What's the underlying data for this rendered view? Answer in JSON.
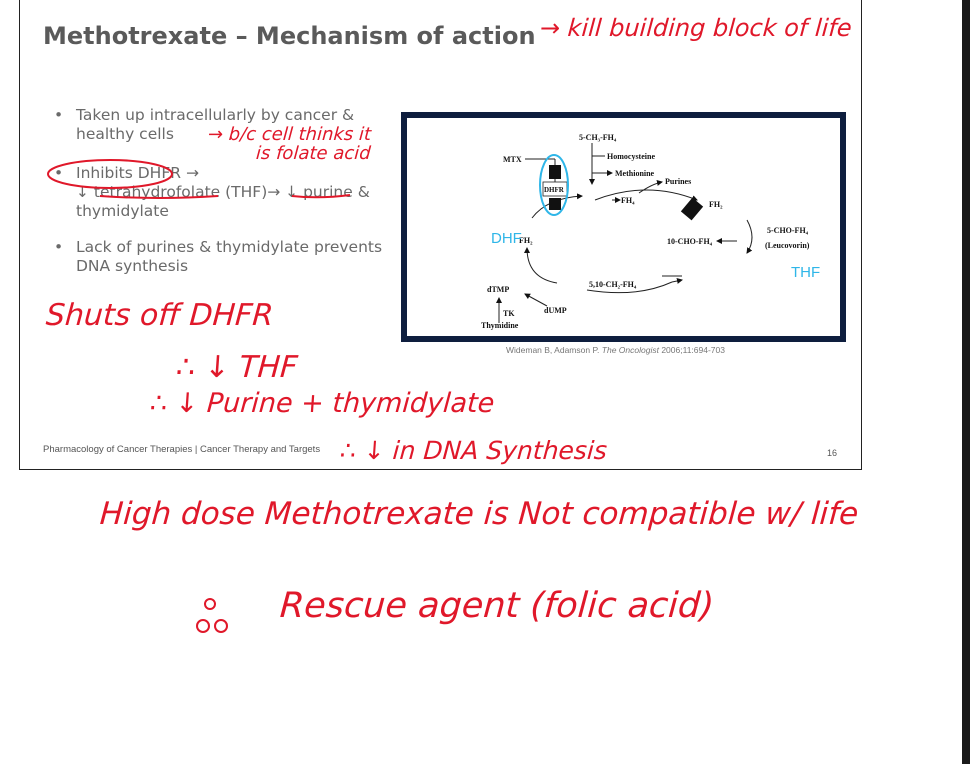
{
  "slide": {
    "title": "Methotrexate – Mechanism of action",
    "bullets": [
      {
        "lines": [
          "Taken up intracellularly by cancer &",
          "healthy cells"
        ]
      },
      {
        "lines": [
          "Inhibits DHFR →",
          "↓ tetrahydrofolate (THF)→ ↓ purine &",
          "thymidylate"
        ]
      },
      {
        "lines": [
          "Lack of purines & thymidylate prevents",
          "DNA synthesis"
        ]
      }
    ],
    "citation": {
      "authors": "Wideman B, Adamson P.",
      "journal": "The Oncologist",
      "ref": "2006;11:694-703"
    },
    "footer": "Pharmacology of Cancer Therapies | Cancer Therapy and Targets",
    "page_number": "16"
  },
  "diagram": {
    "labels": {
      "ch3fh4": "5-CH₃-FH₄",
      "homocysteine": "Homocysteine",
      "methionine": "Methionine",
      "purines": "Purines",
      "mtx": "MTX",
      "dhfr": "DHFR",
      "fh4": "FH₄",
      "fh2_right": "FH₂",
      "fh2_left": "FH₂",
      "cho_fh4": "5-CHO-FH₄",
      "leucovorin": "(Leucovorin)",
      "ten_cho": "10-CHO-FH₄",
      "ch2fh4": "5,10-CH₂-FH₄",
      "dtmp": "dTMP",
      "dump": "dUMP",
      "tk": "TK",
      "thymidine": "Thymidine"
    },
    "annotations": {
      "dhf": "DHF",
      "thf": "THF"
    }
  },
  "handwriting": {
    "title_note": "→ kill building block of life",
    "bullet_note_1": "→ b/c cell thinks it",
    "bullet_note_2": "is folate acid",
    "shuts_off": "Shuts off DHFR",
    "therefore_thf": "∴ ↓ THF",
    "therefore_purine": "∴ ↓ Purine + thymidylate",
    "therefore_dna": "∴ ↓ in DNA Synthesis",
    "high_dose": "High dose Methotrexate is Not compatible w/ life",
    "rescue": "Rescue agent (folic acid)"
  }
}
